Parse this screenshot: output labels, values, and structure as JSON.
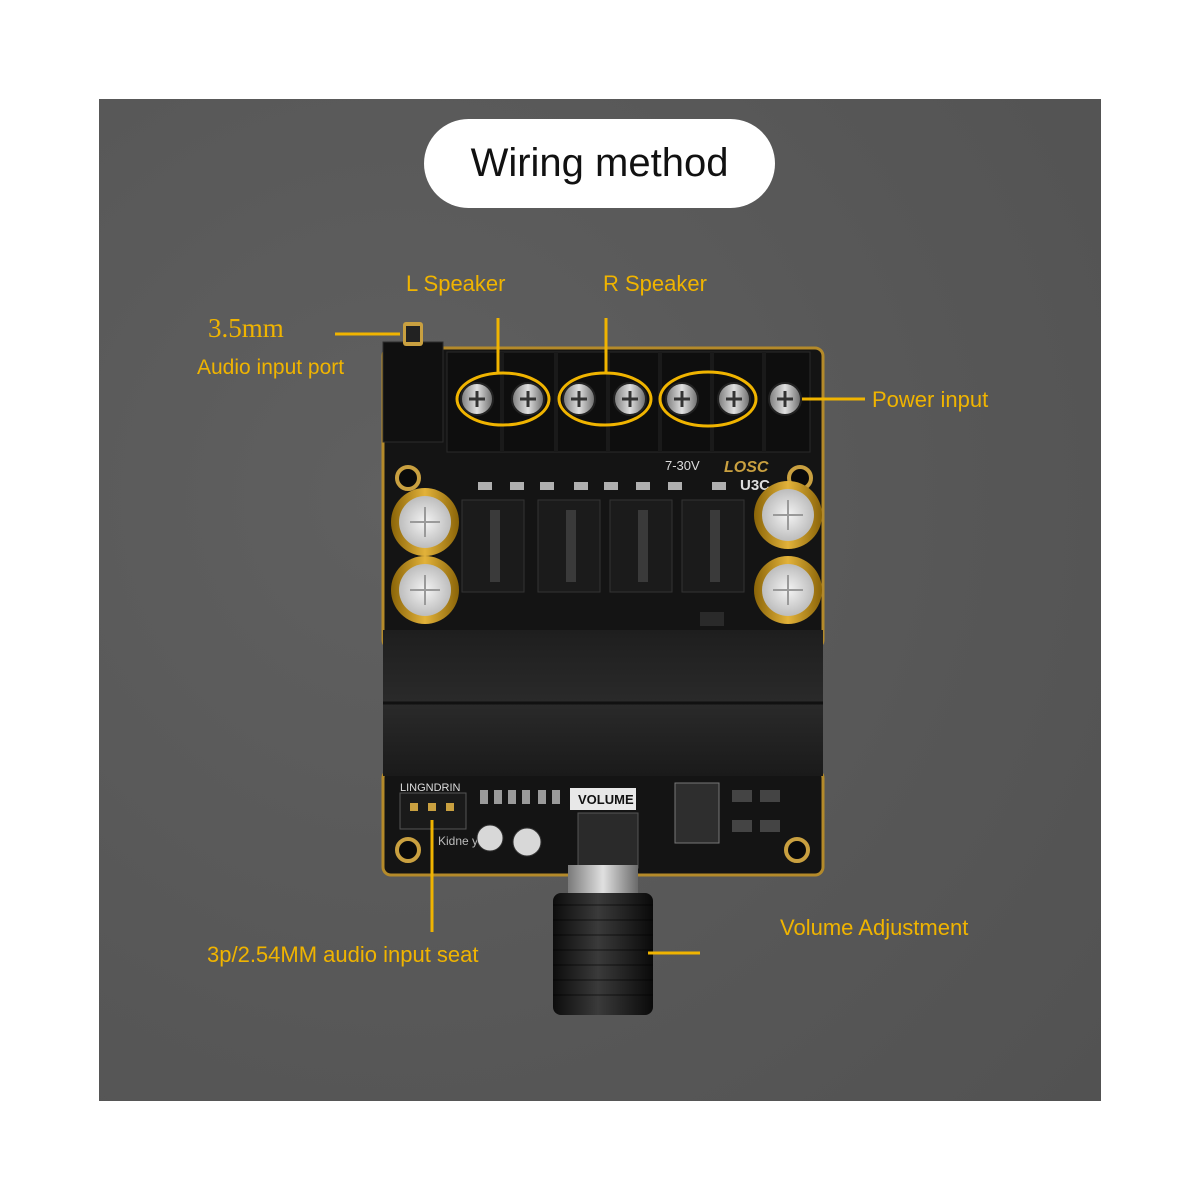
{
  "title": "Wiring method",
  "labels": {
    "jack_size": "3.5mm",
    "jack_desc": "Audio input port",
    "l_speaker": "L Speaker",
    "r_speaker": "R Speaker",
    "power": "Power input",
    "seat": "3p/2.54MM audio input seat",
    "volume_adj": "Volume Adjustment"
  },
  "board_text": {
    "voltage": "7-30V",
    "brand": "LOSC",
    "model": "U3C",
    "pin_header": "LINGNDRIN",
    "knob_label": "VOLUME",
    "kidney": "Kidne y"
  },
  "colors": {
    "accent": "#f0b400",
    "pcb": "#141414",
    "background": "#5a5a5a"
  }
}
